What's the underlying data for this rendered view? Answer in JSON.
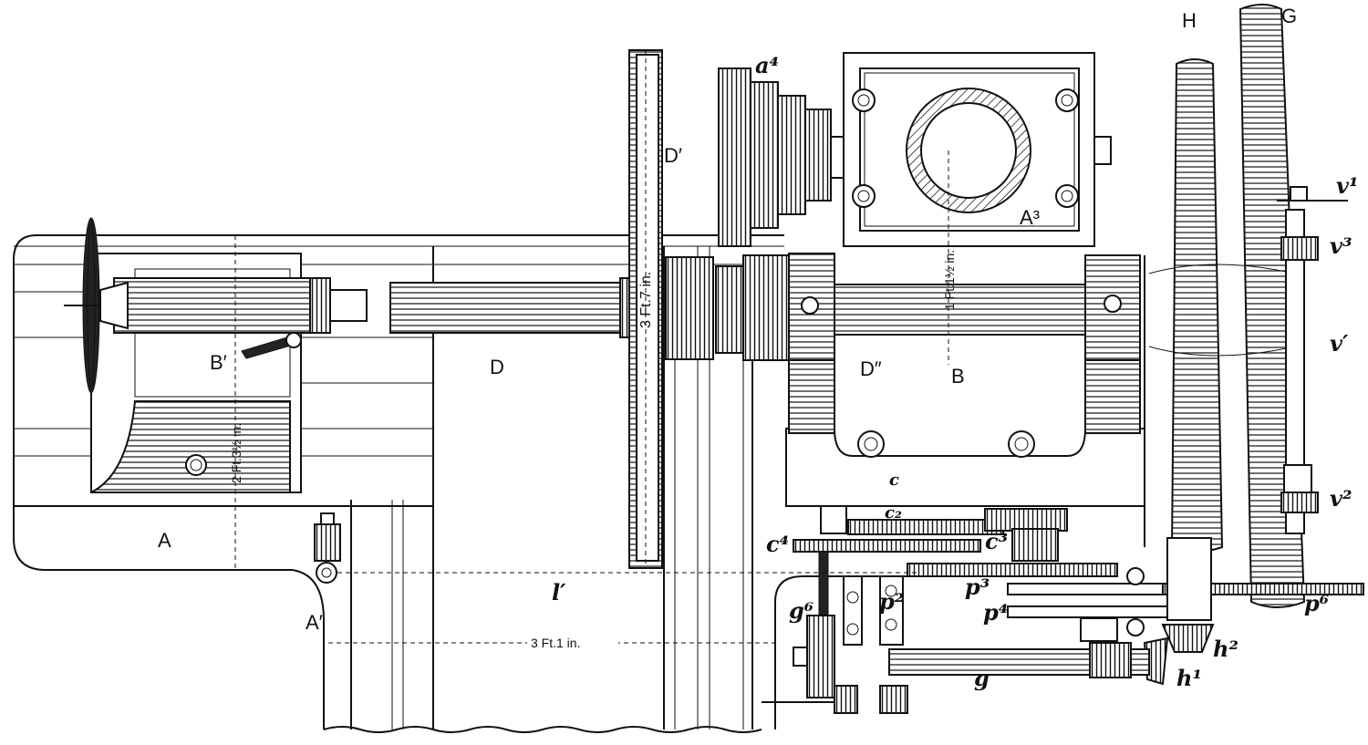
{
  "figure": {
    "labels": {
      "a4": "a⁴",
      "D_prime": "D′",
      "H": "H",
      "G": "G",
      "A3": "A³",
      "v1": "v¹",
      "v3": "v³",
      "v_prime": "v′",
      "v2": "v²",
      "D": "D",
      "B_prime": "B′",
      "D_double_prime": "D″",
      "B": "B",
      "c": "c",
      "A": "A",
      "c2": "c₂",
      "c4": "c⁴",
      "c3": "c³",
      "p3": "p³",
      "p4": "p⁴",
      "p6": "p⁶",
      "l_prime": "l′",
      "g6": "g⁶",
      "p2": "p²",
      "h2": "h²",
      "h1": "h¹",
      "g": "g",
      "A_prime": "A′"
    },
    "dimensions": {
      "gear_diameter": "3 Ft.7 in.",
      "height_left": "2 Ft.3½ in.",
      "height_right": "1 Ft.1½ in.",
      "base_width": "3 Ft.1 in."
    }
  }
}
